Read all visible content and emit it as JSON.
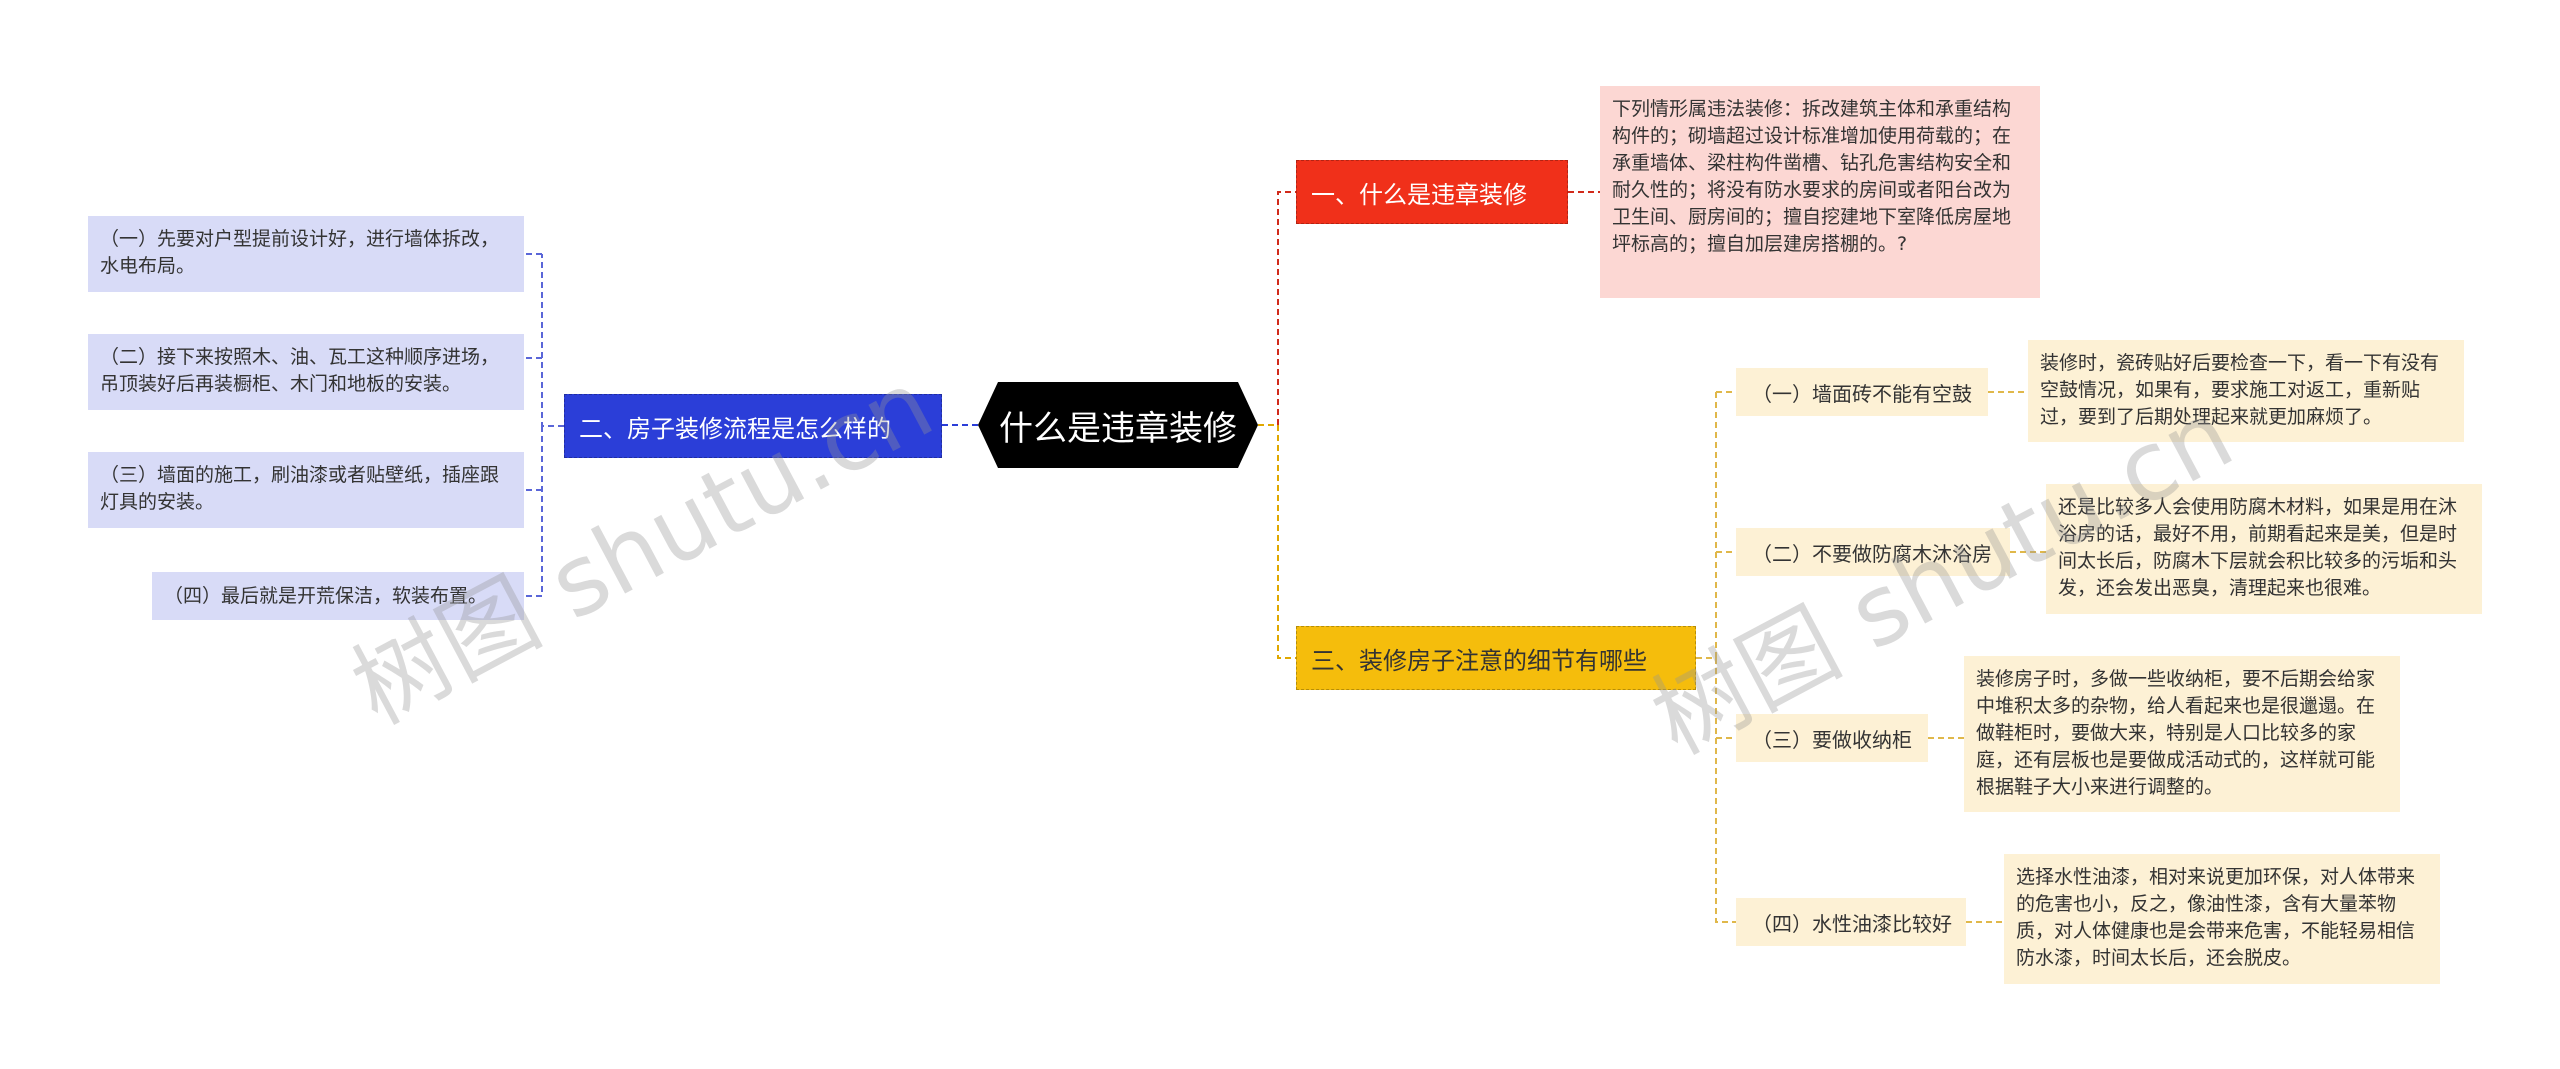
{
  "root": {
    "label": "什么是违章装修"
  },
  "branch1": {
    "label": "一、什么是违章装修",
    "leaf": "下列情形属违法装修：拆改建筑主体和承重结构构件的；砌墙超过设计标准增加使用荷载的；在承重墙体、梁柱构件凿槽、钻孔危害结构安全和耐久性的；将没有防水要求的房间或者阳台改为卫生间、厨房间的；擅自挖建地下室降低房屋地坪标高的；擅自加层建房搭棚的。?"
  },
  "branch2": {
    "label": "二、房子装修流程是怎么样的",
    "leaves": [
      "（一）先要对户型提前设计好，进行墙体拆改，水电布局。",
      "（二）接下来按照木、油、瓦工这种顺序进场，吊顶装好后再装橱柜、木门和地板的安装。",
      "（三）墙面的施工，刷油漆或者贴壁纸，插座跟灯具的安装。",
      "（四）最后就是开荒保洁，软装布置。"
    ]
  },
  "branch3": {
    "label": "三、装修房子注意的细节有哪些",
    "items": [
      {
        "label": "（一）墙面砖不能有空鼓",
        "leaf": "装修时，瓷砖贴好后要检查一下，看一下有没有空鼓情况，如果有，要求施工对返工，重新贴过，要到了后期处理起来就更加麻烦了。"
      },
      {
        "label": "（二）不要做防腐木沐浴房",
        "leaf": "还是比较多人会使用防腐木材料，如果是用在沐浴房的话，最好不用，前期看起来是美，但是时间太长后，防腐木下层就会积比较多的污垢和头发，还会发出恶臭，清理起来也很难。"
      },
      {
        "label": "（三）要做收纳柜",
        "leaf": "装修房子时，多做一些收纳柜，要不后期会给家中堆积太多的杂物，给人看起来也是很邋遢。在做鞋柜时，要做大来，特别是人口比较多的家庭，还有层板也是要做成活动式的，这样就可能根据鞋子大小来进行调整的。"
      },
      {
        "label": "（四）水性油漆比较好",
        "leaf": "选择水性油漆，相对来说更加环保，对人体带来的危害也小，反之，像油性漆，含有大量苯物质，对人体健康也是会带来危害，不能轻易相信防水漆，时间太长后，还会脱皮。"
      }
    ]
  },
  "watermarks": [
    "树图 shutu.cn",
    "树图 shutu.cn"
  ],
  "colors": {
    "root": "#000000",
    "branch1": "#f0301a",
    "branch2": "#2b3ed8",
    "branch3": "#f5bd0c"
  }
}
